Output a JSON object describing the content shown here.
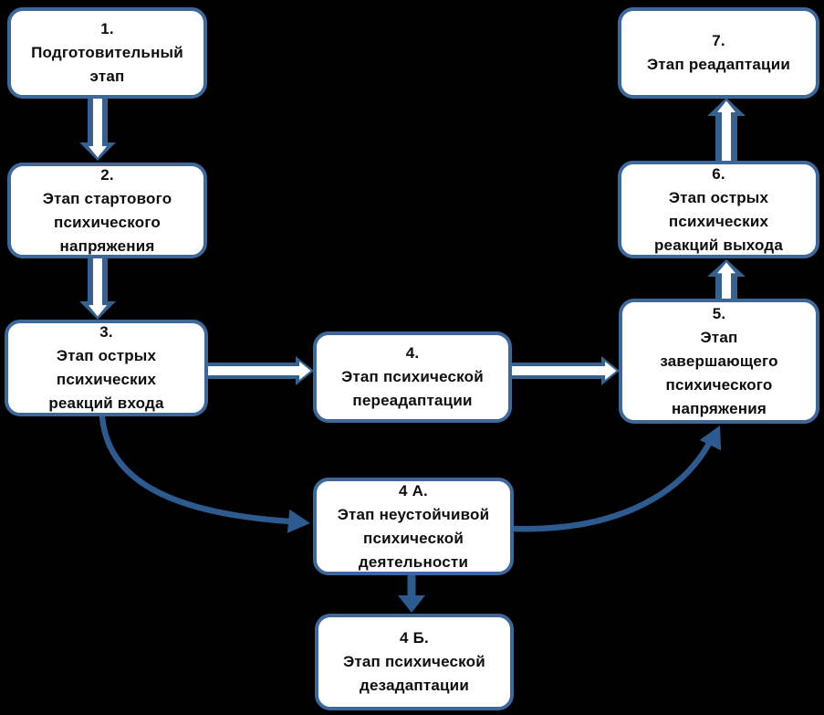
{
  "colors": {
    "background": "#000000",
    "box_fill": "#ffffff",
    "box_border": "#3e689a",
    "block_arrow_fill": "#36618f",
    "block_arrow_inner": "#ffffff",
    "solid_arrow": "#2e5b8f",
    "text": "#0d0d0d"
  },
  "diagram": {
    "boxes": [
      {
        "id": "stage-1",
        "number": "1.",
        "label": "Подготовительный этап",
        "text": "1.\nПодготовительный\nэтап"
      },
      {
        "id": "stage-2",
        "number": "2.",
        "label": "Этап стартового психического напряжения",
        "text": "2.\nЭтап стартового\nпсихического\nнапряжения"
      },
      {
        "id": "stage-3",
        "number": "3.",
        "label": "Этап острых психических реакций входа",
        "text": "3.\nЭтап острых\nпсихических\nреакций входа"
      },
      {
        "id": "stage-4",
        "number": "4.",
        "label": "Этап психической переадаптации",
        "text": "4.\nЭтап психической\nпереадаптации"
      },
      {
        "id": "stage-5",
        "number": "5.",
        "label": "Этап завершающего психического напряжения",
        "text": "5.\nЭтап\nзавершающего\nпсихического\nнапряжения"
      },
      {
        "id": "stage-6",
        "number": "6.",
        "label": "Этап острых психических реакций выхода",
        "text": "6.\nЭтап острых\nпсихических\nреакций выхода"
      },
      {
        "id": "stage-7",
        "number": "7.",
        "label": "Этап реадаптации",
        "text": "7.\nЭтап реадаптации"
      },
      {
        "id": "stage-4a",
        "number": "4 А.",
        "label": "Этап неустойчивой психической деятельности",
        "text": "4 А.\nЭтап неустойчивой\nпсихической\nдеятельности"
      },
      {
        "id": "stage-4b",
        "number": "4 Б.",
        "label": "Этап психической дезадаптации",
        "text": "4 Б.\nЭтап психической\nдезадаптации"
      }
    ],
    "arrows": [
      {
        "id": "arrow-1-to-2",
        "from": "stage-1",
        "to": "stage-2",
        "style": "block-outline"
      },
      {
        "id": "arrow-2-to-3",
        "from": "stage-2",
        "to": "stage-3",
        "style": "block-outline"
      },
      {
        "id": "arrow-3-to-4",
        "from": "stage-3",
        "to": "stage-4",
        "style": "block-outline"
      },
      {
        "id": "arrow-4-to-5",
        "from": "stage-4",
        "to": "stage-5",
        "style": "block-outline"
      },
      {
        "id": "arrow-5-to-6",
        "from": "stage-5",
        "to": "stage-6",
        "style": "block-outline"
      },
      {
        "id": "arrow-6-to-7",
        "from": "stage-6",
        "to": "stage-7",
        "style": "block-outline"
      },
      {
        "id": "arrow-3-to-4a",
        "from": "stage-3",
        "to": "stage-4a",
        "style": "solid-curved"
      },
      {
        "id": "arrow-4a-to-5",
        "from": "stage-4a",
        "to": "stage-5",
        "style": "solid-curved"
      },
      {
        "id": "arrow-4a-to-4b",
        "from": "stage-4a",
        "to": "stage-4b",
        "style": "solid-straight"
      }
    ]
  }
}
